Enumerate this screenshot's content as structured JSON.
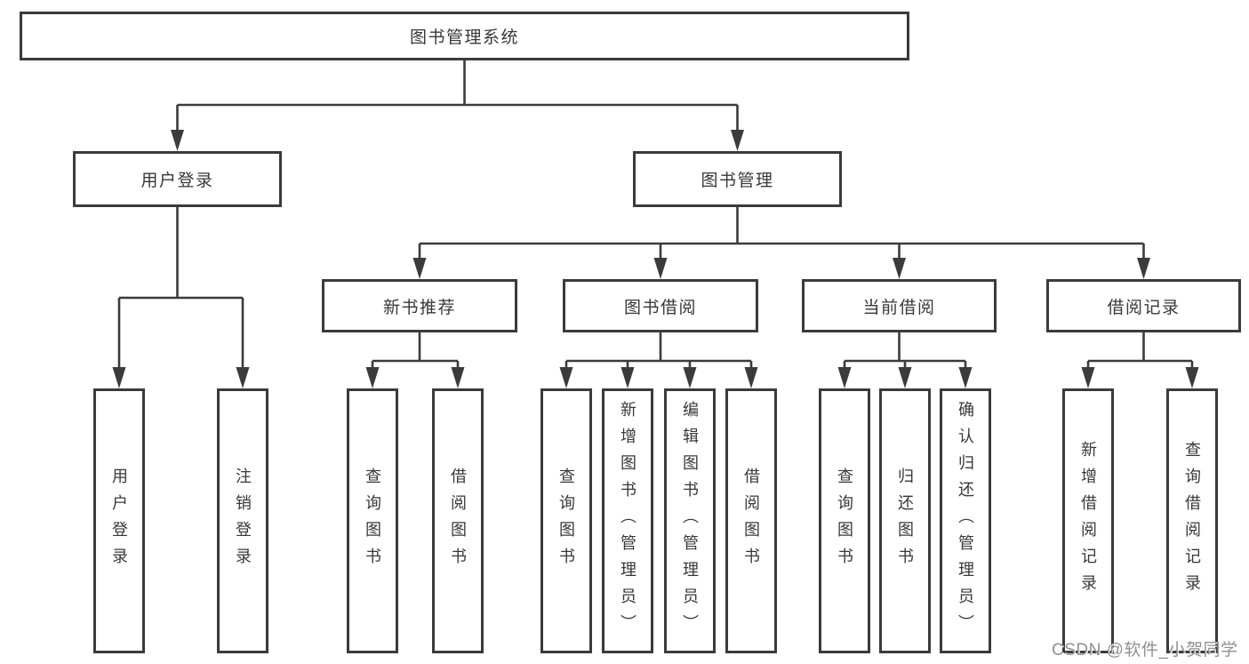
{
  "tree": {
    "label": "图书管理系统",
    "children": [
      {
        "label": "用户登录",
        "children": [
          {
            "label": "用户登录"
          },
          {
            "label": "注销登录"
          }
        ]
      },
      {
        "label": "图书管理",
        "children": [
          {
            "label": "新书推荐",
            "children": [
              {
                "label": "查询图书"
              },
              {
                "label": "借阅图书"
              }
            ]
          },
          {
            "label": "图书借阅",
            "children": [
              {
                "label": "查询图书"
              },
              {
                "label": "新增图书（管理员）"
              },
              {
                "label": "编辑图书（管理员）"
              },
              {
                "label": "借阅图书"
              }
            ]
          },
          {
            "label": "当前借阅",
            "children": [
              {
                "label": "查询图书"
              },
              {
                "label": "归还图书"
              },
              {
                "label": "确认归还（管理员）"
              }
            ]
          },
          {
            "label": "借阅记录",
            "children": [
              {
                "label": "新增借阅记录"
              },
              {
                "label": "查询借阅记录"
              }
            ]
          }
        ]
      }
    ]
  },
  "watermark": {
    "text": "CSDN @软件_小贺同学"
  },
  "colors": {
    "line": "#3b3b3b",
    "border": "#3b3b3b",
    "text": "#383838",
    "watermark": "#909090",
    "background": "#ffffff"
  }
}
